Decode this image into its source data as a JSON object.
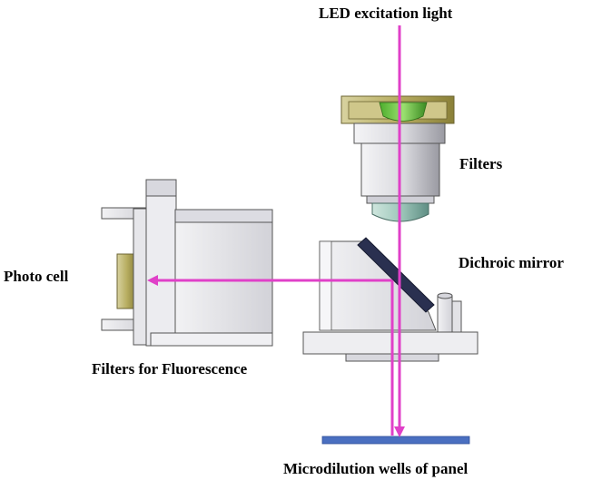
{
  "labels": {
    "led": "LED excitation light",
    "filters": "Filters",
    "dichroic": "Dichroic mirror",
    "photo_cell": "Photo cell",
    "fluorescence_filters": "Filters for Fluorescence",
    "wells": "Microdilution wells of panel"
  },
  "colors": {
    "light_path": "#e040c8",
    "well_plate": "#4a6fc0",
    "mirror": "#2a3050",
    "lens_green": "#7cd64a",
    "housing": "#e4e4e8",
    "outline": "#555555"
  }
}
